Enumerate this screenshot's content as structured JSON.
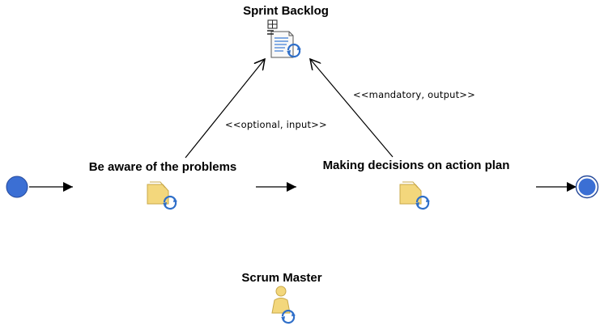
{
  "diagram": {
    "work_product": {
      "label": "Sprint Backlog",
      "icon": "work-product-icon"
    },
    "tasks": [
      {
        "label": "Be aware of the problems",
        "icon": "task-icon"
      },
      {
        "label": "Making decisions on action plan",
        "icon": "task-icon"
      }
    ],
    "role": {
      "label": "Scrum Master",
      "icon": "role-icon"
    },
    "edges": [
      {
        "from": "Be aware of the problems",
        "to": "Sprint Backlog",
        "label": "<<optional, input>>"
      },
      {
        "from": "Making decisions on action plan",
        "to": "Sprint Backlog",
        "label": "<<mandatory, output>>"
      }
    ],
    "start_node": {
      "icon": "initial-node-icon"
    },
    "end_node": {
      "icon": "final-node-icon"
    }
  },
  "colors": {
    "node_fill": "#3b6fd4",
    "node_stroke": "#24489a",
    "line": "#000000",
    "icon_yellow": "#f0d67a",
    "icon_blue": "#3a7bd5"
  }
}
